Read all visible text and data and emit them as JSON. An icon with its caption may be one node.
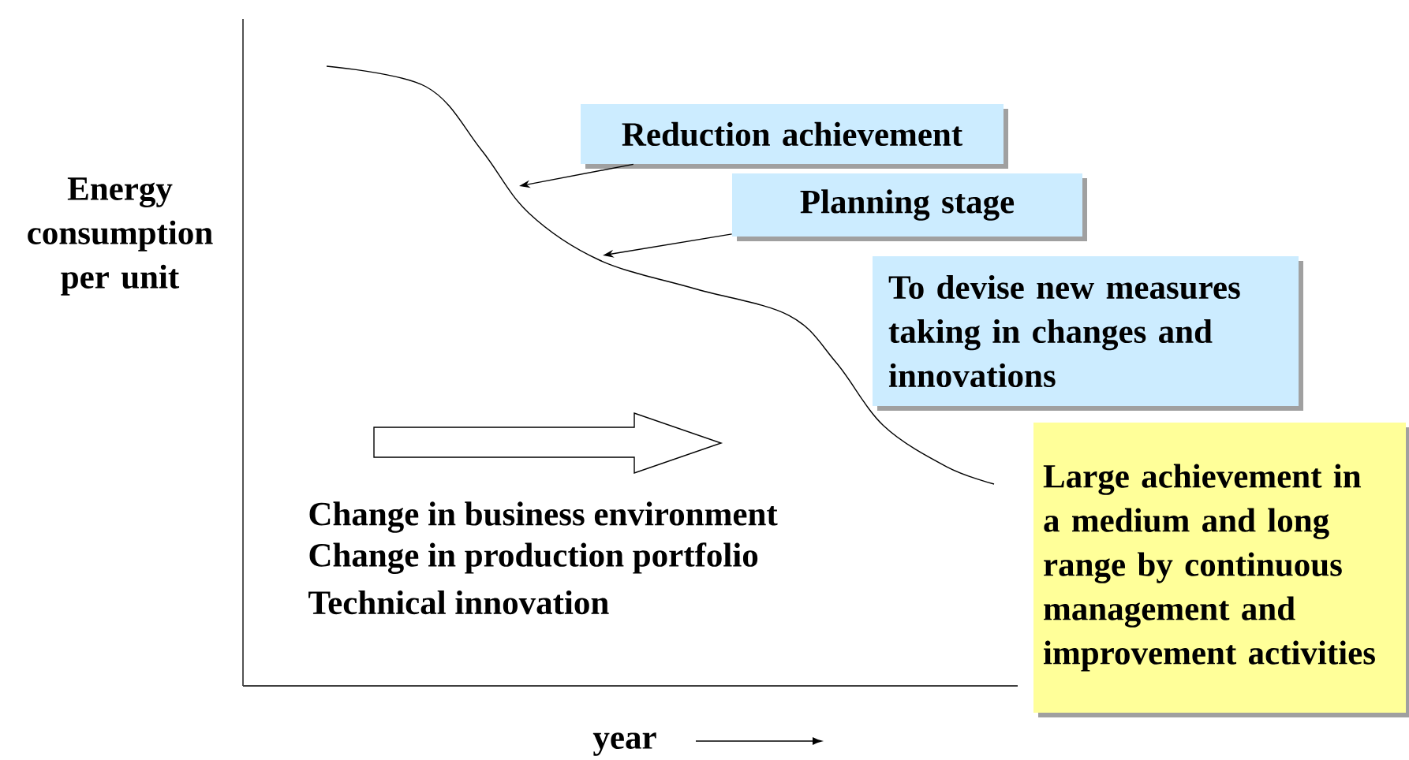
{
  "diagram": {
    "nodes": [
      {
        "text": [
          "Reduction achievement"
        ]
      },
      {
        "text": [
          "Planning stage"
        ]
      },
      {
        "text": [
          "To devise new measures taking in changes and innovations"
        ]
      },
      {
        "text": [
          "Large achievement in a medium and long range by continuous management and improvement activities"
        ]
      }
    ],
    "edges": [
      {
        "from": 0,
        "to": null,
        "arrow": "to"
      },
      {
        "from": 1,
        "to": null,
        "arrow": "to"
      }
    ],
    "labels": [
      "Energy consumption per unit",
      "Change in business environment",
      "Change in production portfolio",
      "Technical innovation",
      "year"
    ]
  }
}
